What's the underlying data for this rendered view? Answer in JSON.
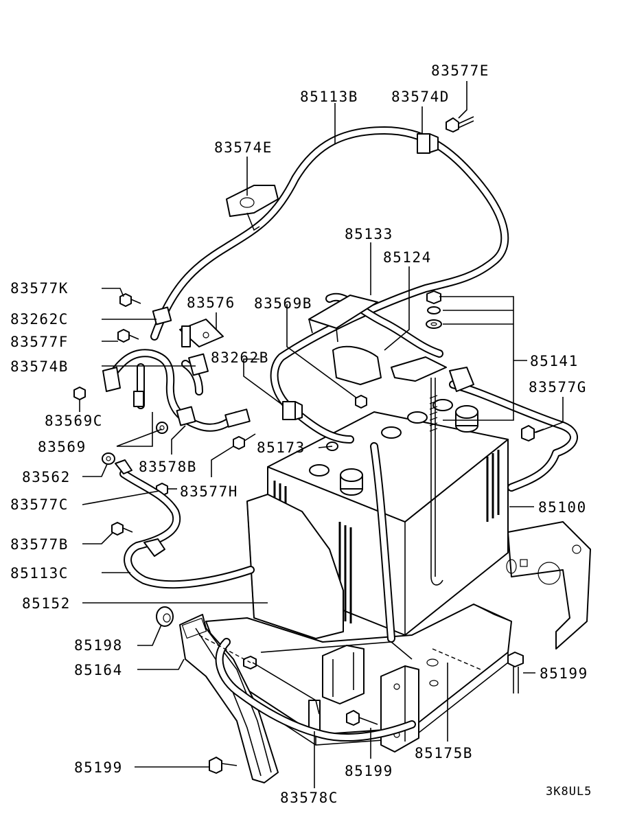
{
  "labels": {
    "l83577E": "83577E",
    "l85113B": "85113B",
    "l83574D": "83574D",
    "l83574E": "83574E",
    "l85133": "85133",
    "l85124": "85124",
    "l83577K": "83577K",
    "l83569B": "83569B",
    "l83576": "83576",
    "l83262C": "83262C",
    "l83577F": "83577F",
    "l83262B": "83262B",
    "l85141": "85141",
    "l83574B": "83574B",
    "l83577G": "83577G",
    "l83569C": "83569C",
    "l83569": "83569",
    "l85173": "85173",
    "l83578B": "83578B",
    "l83562": "83562",
    "l83577H": "83577H",
    "l85100": "85100",
    "l83577C": "83577C",
    "l83577B": "83577B",
    "l85113C": "85113C",
    "l85152": "85152",
    "l85198": "85198",
    "l85164": "85164",
    "l85199a": "85199",
    "l85199b": "85199",
    "l85175B": "85175B",
    "l85199c": "85199",
    "l83578C": "83578C"
  },
  "diagram_code": "3K8UL5"
}
